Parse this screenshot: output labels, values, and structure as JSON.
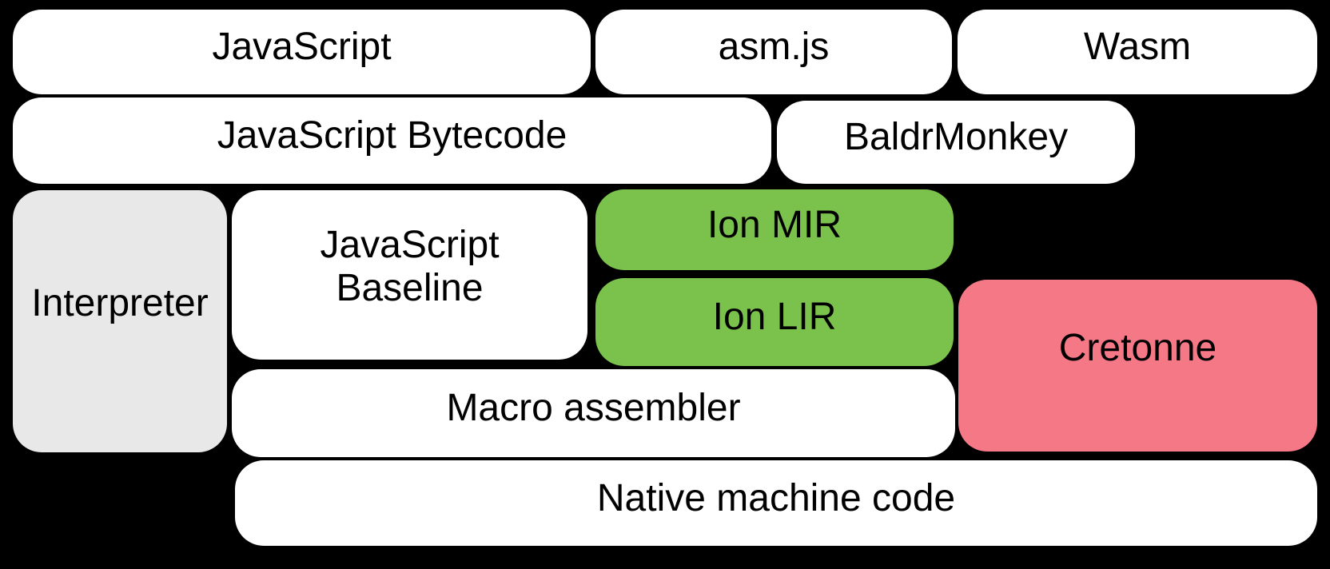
{
  "colors": {
    "background": "#000000",
    "box_default": "#ffffff",
    "interpreter_gray": "#e8e8e8",
    "ion_green": "#7ac24b",
    "cretonne_pink": "#f57887",
    "text": "#000000"
  },
  "boxes": {
    "javascript": {
      "label": "JavaScript"
    },
    "asmjs": {
      "label": "asm.js"
    },
    "wasm": {
      "label": "Wasm"
    },
    "bytecode": {
      "label": "JavaScript Bytecode"
    },
    "baldrmonkey": {
      "label": "BaldrMonkey"
    },
    "interpreter": {
      "label": "Interpreter"
    },
    "baseline": {
      "label": "JavaScript Baseline"
    },
    "ion_mir": {
      "label": "Ion MIR"
    },
    "ion_lir": {
      "label": "Ion LIR"
    },
    "cretonne": {
      "label": "Cretonne"
    },
    "macro_assembler": {
      "label": "Macro assembler"
    },
    "native": {
      "label": "Native machine code"
    }
  }
}
